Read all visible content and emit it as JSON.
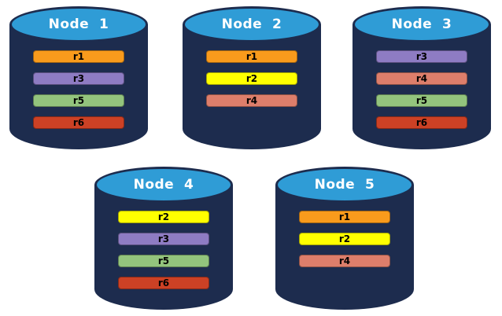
{
  "page": {
    "background": "#FFFFFF"
  },
  "cylinder": {
    "body_color": "#1D2C4E",
    "top_color": "#2F9CD6",
    "title_color": "#FFFFFF",
    "bar_label_color": "#000000"
  },
  "replica_palette": {
    "r1": "#F99B1C",
    "r2": "#FFFF00",
    "r3": "#8E7CC3",
    "r4": "#DD7E6B",
    "r5": "#93C47D",
    "r6": "#CC4125"
  },
  "nodes": [
    {
      "title": "Node  1",
      "replicas": [
        {
          "label": "r1",
          "color": "#F99B1C"
        },
        {
          "label": "r3",
          "color": "#8E7CC3"
        },
        {
          "label": "r5",
          "color": "#93C47D"
        },
        {
          "label": "r6",
          "color": "#CC4125"
        }
      ]
    },
    {
      "title": "Node  2",
      "replicas": [
        {
          "label": "r1",
          "color": "#F99B1C"
        },
        {
          "label": "r2",
          "color": "#FFFF00"
        },
        {
          "label": "r4",
          "color": "#DD7E6B"
        }
      ]
    },
    {
      "title": "Node  3",
      "replicas": [
        {
          "label": "r3",
          "color": "#8E7CC3"
        },
        {
          "label": "r4",
          "color": "#DD7E6B"
        },
        {
          "label": "r5",
          "color": "#93C47D"
        },
        {
          "label": "r6",
          "color": "#CC4125"
        }
      ]
    },
    {
      "title": "Node  4",
      "replicas": [
        {
          "label": "r2",
          "color": "#FFFF00"
        },
        {
          "label": "r3",
          "color": "#8E7CC3"
        },
        {
          "label": "r5",
          "color": "#93C47D"
        },
        {
          "label": "r6",
          "color": "#CC4125"
        }
      ]
    },
    {
      "title": "Node  5",
      "replicas": [
        {
          "label": "r1",
          "color": "#F99B1C"
        },
        {
          "label": "r2",
          "color": "#FFFF00"
        },
        {
          "label": "r4",
          "color": "#DD7E6B"
        }
      ]
    }
  ]
}
